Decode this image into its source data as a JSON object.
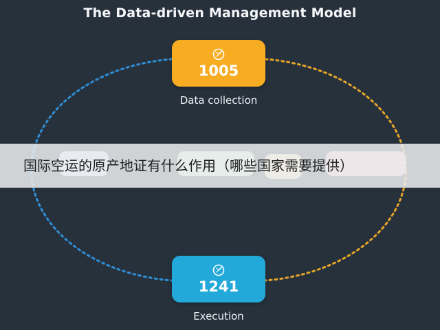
{
  "title": "The Data-driven Management Model",
  "nodes": {
    "top": {
      "value": "1005",
      "label": "Data collection",
      "color": "#f7ac22",
      "icon": "gauge-icon"
    },
    "bottom": {
      "value": "1241",
      "label": "Execution",
      "color": "#22a8d9",
      "icon": "gauge-icon"
    }
  },
  "ring": {
    "left_color": "#2f8fd6",
    "right_color": "#e6a526"
  },
  "hidden_nodes": [
    {
      "color": "#c9dcf2"
    },
    {
      "color": "#bfe6c8"
    },
    {
      "color": "#f6deaa"
    },
    {
      "color": "#f6c1c7"
    }
  ],
  "banner": {
    "text": "国际空运的原产地证有什么作用（哪些国家需要提供）"
  }
}
